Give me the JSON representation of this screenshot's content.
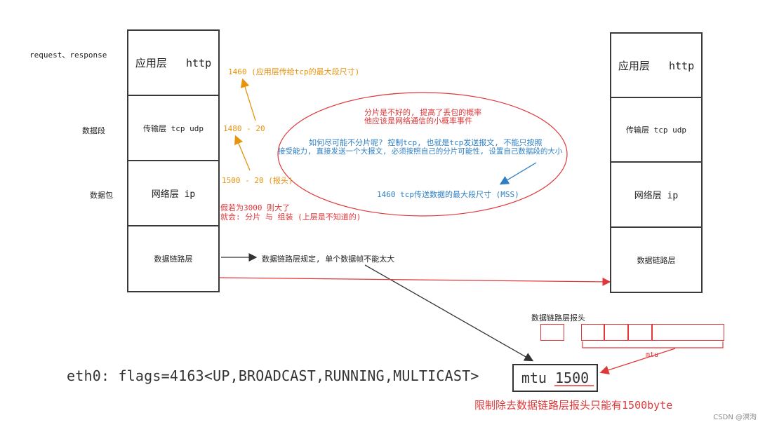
{
  "left_labels": {
    "request_response": "request、response",
    "segment": "数据段",
    "packet": "数据包"
  },
  "left_stack": {
    "layers": [
      "应用层   http",
      "传输层 tcp udp",
      "网络层 ip",
      "数据链路层"
    ]
  },
  "right_stack": {
    "layers": [
      "应用层   http",
      "传输层 tcp udp",
      "网络层 ip",
      "数据链路层"
    ]
  },
  "sizes": {
    "app": "1460 (应用层传给tcp的最大段尺寸)",
    "transport": "1480 - 20",
    "network": "1500 - 20 (报头)"
  },
  "fragment_note": {
    "line1": "假若为3000 则大了",
    "line2": "就会: 分片 与 组装 (上层是不知道的)"
  },
  "ellipse": {
    "red_line1": "分片是不好的, 提高了丢包的概率",
    "red_line2": "他应该是网络通信的小概率事件",
    "blue_line1": "如何尽可能不分片呢?  控制tcp, 也就是tcp发送报文, 不能只按照",
    "blue_line2": "接受能力, 直接发送一个大报文, 必须按照自己的分片可能性, 设置自己数据段的大小",
    "mss": "1460 tcp传送数据的最大段尺寸 (MSS)"
  },
  "link_note": "数据链路层规定, 单个数据帧不能太大",
  "link_header_label": "数据链路层报头",
  "mtu_label": "mtu",
  "command": "eth0: flags=4163<UP,BROADCAST,RUNNING,MULTICAST>",
  "mtu_value": "mtu 1500",
  "limit_note": "限制除去数据链路层报头只能有1500byte",
  "watermark": "CSDN @溟洵",
  "colors": {
    "orange": "#e8930c",
    "red": "#e0383a",
    "blue": "#2f7fc2"
  }
}
